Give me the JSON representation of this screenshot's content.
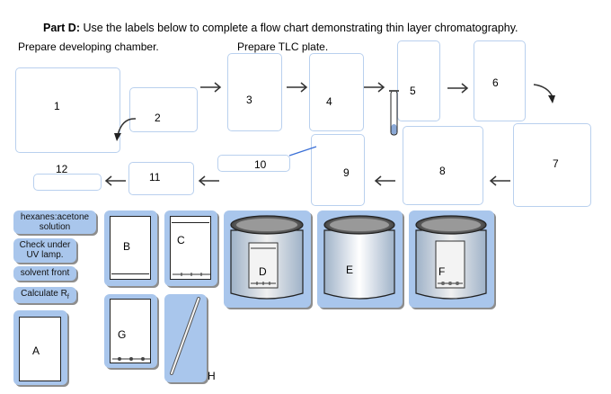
{
  "header": {
    "part_label": "Part D:",
    "instructions": "Use the labels below to complete a flow chart demonstrating thin layer chromatography."
  },
  "sections": {
    "left": "Prepare developing chamber.",
    "right": "Prepare TLC plate."
  },
  "targets": [
    {
      "id": 1,
      "label": "1"
    },
    {
      "id": 2,
      "label": "2"
    },
    {
      "id": 3,
      "label": "3"
    },
    {
      "id": 4,
      "label": "4"
    },
    {
      "id": 5,
      "label": "5"
    },
    {
      "id": 6,
      "label": "6"
    },
    {
      "id": 7,
      "label": "7"
    },
    {
      "id": 8,
      "label": "8"
    },
    {
      "id": 9,
      "label": "9"
    },
    {
      "id": 10,
      "label": "10"
    },
    {
      "id": 11,
      "label": "11"
    },
    {
      "id": 12,
      "label": "12"
    }
  ],
  "text_tiles": [
    {
      "label": "hexanes:acetone solution"
    },
    {
      "label": "Check under UV lamp."
    },
    {
      "label": "solvent front"
    },
    {
      "label": "Calculate R",
      "subscript": "f"
    }
  ],
  "image_tiles": [
    {
      "letter": "A",
      "icon": "blank-tlc-plate"
    },
    {
      "letter": "B",
      "icon": "tlc-plate-with-line"
    },
    {
      "letter": "C",
      "icon": "tlc-plate-with-spots-marked"
    },
    {
      "letter": "D",
      "icon": "chamber-with-plate"
    },
    {
      "letter": "E",
      "icon": "empty-chamber"
    },
    {
      "letter": "F",
      "icon": "chamber-with-spotted-plate"
    },
    {
      "letter": "G",
      "icon": "tlc-plate-with-spots"
    },
    {
      "letter": "H",
      "icon": "capillary-tube"
    }
  ],
  "colors": {
    "target_border": "#b9d0ee",
    "tile_bg": "#a9c6ec",
    "leader_line": "#3a6fd6"
  }
}
